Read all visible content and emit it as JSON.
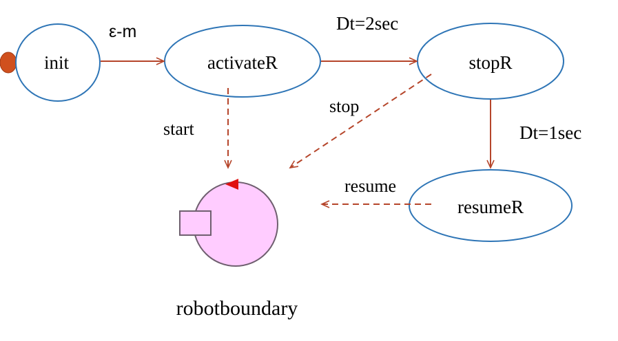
{
  "colors": {
    "state_stroke": "#2e75b6",
    "arrow": "#b5452a",
    "start_dot": "#d0501e",
    "robot_fill": "#ffccff",
    "robot_stroke": "#6f5f6f",
    "robot_marker": "#e01010",
    "text": "#000000"
  },
  "states": {
    "init": "init",
    "activate": "activateR",
    "stop": "stopR",
    "resume": "resumeR"
  },
  "transitions": {
    "init_to_activate": "ε-m",
    "activate_to_stop": "Dt=2sec",
    "stop_to_resume": "Dt=1sec"
  },
  "signals": {
    "start": "start",
    "stop": "stop",
    "resume": "resume"
  },
  "robot": {
    "label": "robotboundary"
  }
}
